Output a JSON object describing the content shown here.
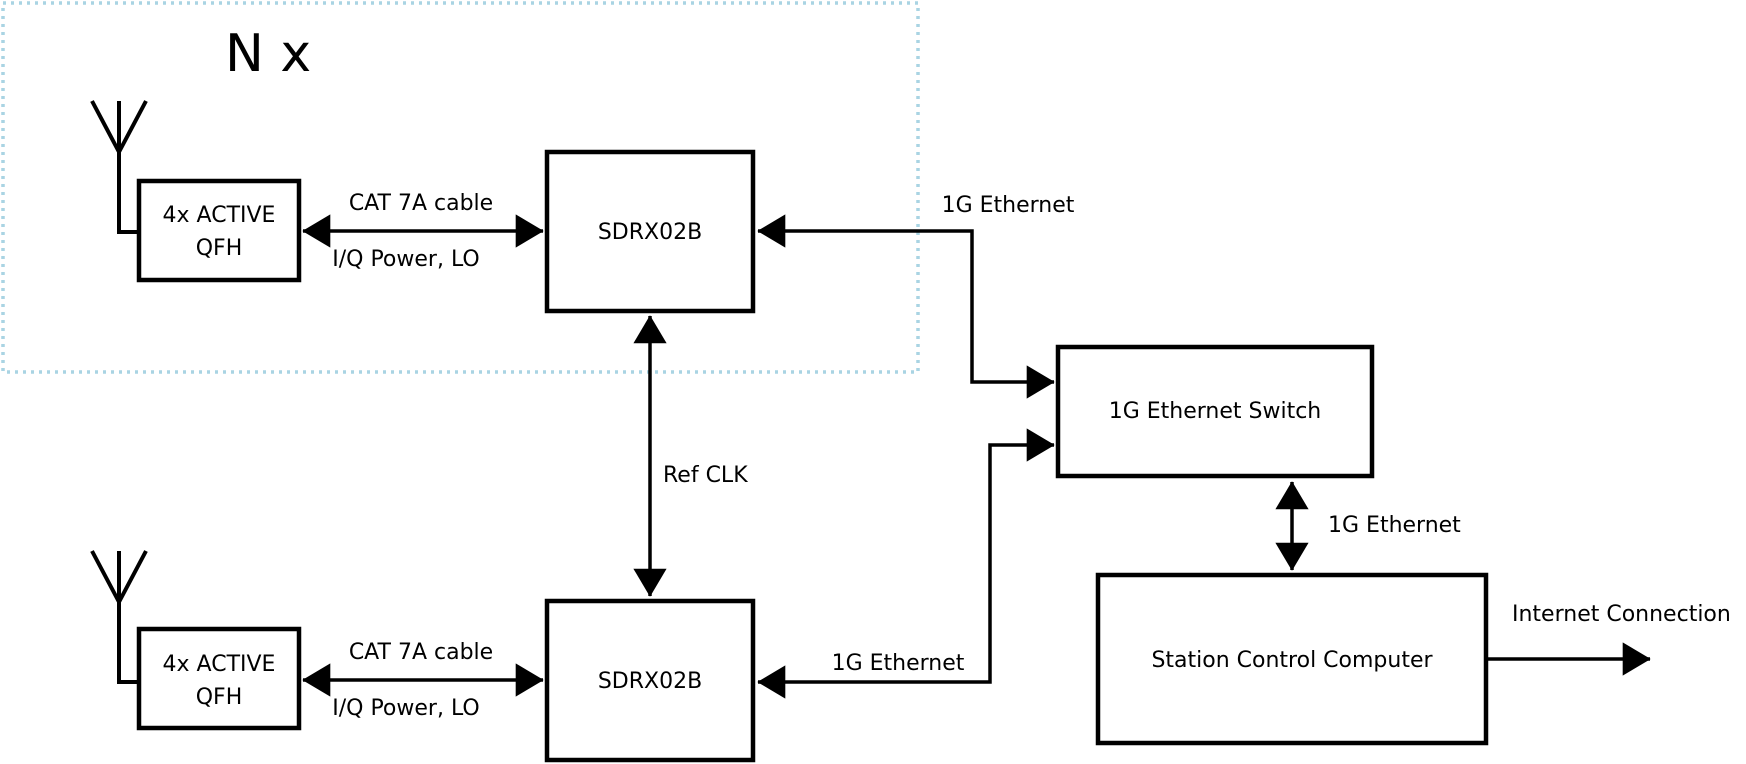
{
  "colors": {
    "accent_blue": "#a9d4e3",
    "line": "#000000",
    "background": "#ffffff"
  },
  "repeat_group": {
    "label": "N x"
  },
  "units": [
    {
      "antenna_box_line1": "4x ACTIVE",
      "antenna_box_line2": "QFH",
      "receiver_label": "SDRX02B",
      "cable_label": "CAT 7A cable",
      "cable_signals_label": "I/Q Power, LO",
      "ethernet_label": "1G Ethernet"
    },
    {
      "antenna_box_line1": "4x ACTIVE",
      "antenna_box_line2": "QFH",
      "receiver_label": "SDRX02B",
      "cable_label": "CAT 7A cable",
      "cable_signals_label": "I/Q Power, LO",
      "ethernet_label": "1G Ethernet"
    }
  ],
  "ref_clock_label": "Ref CLK",
  "ethernet_switch_label": "1G Ethernet Switch",
  "switch_computer_link_label": "1G Ethernet",
  "station_computer_label": "Station Control Computer",
  "internet_connection_label": "Internet Connection"
}
